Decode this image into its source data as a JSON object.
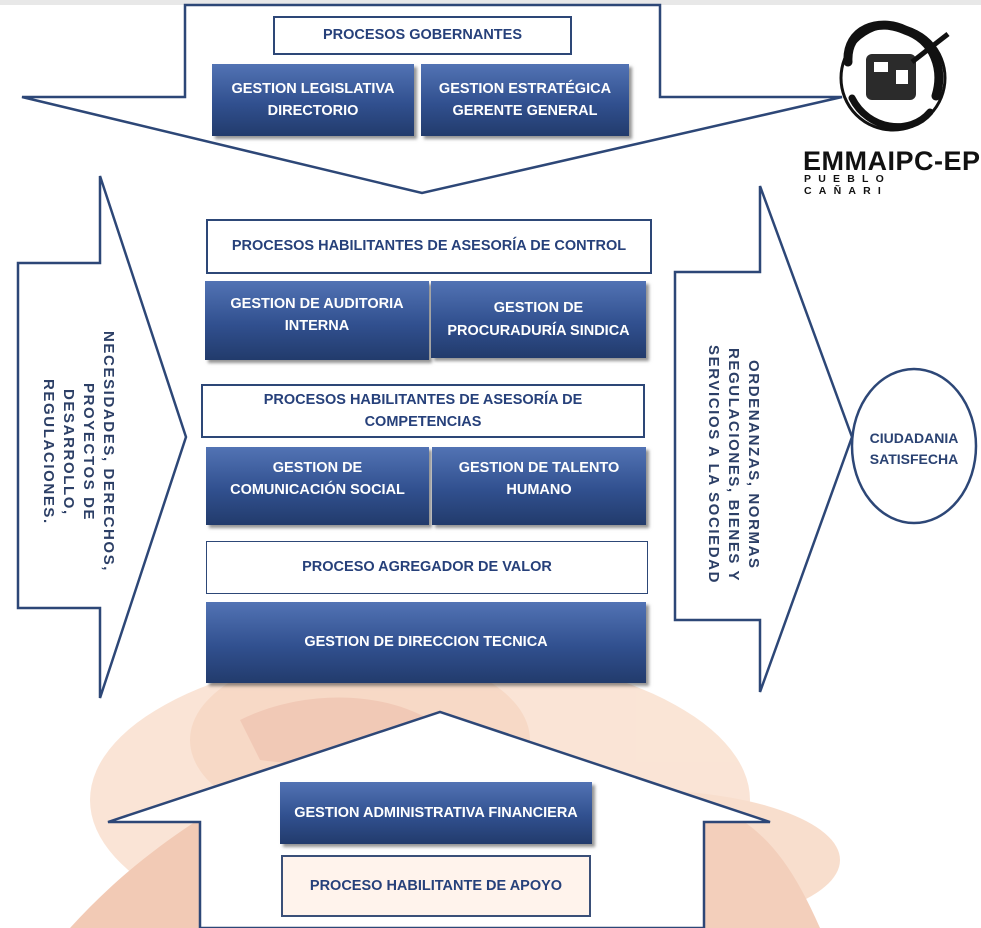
{
  "governing": {
    "title": "PROCESOS GOBERNANTES",
    "left_box": [
      "GESTION LEGISLATIVA",
      "DIRECTORIO"
    ],
    "right_box": [
      "GESTION ESTRATÉGICA",
      "GERENTE GENERAL"
    ]
  },
  "control": {
    "title": "PROCESOS  HABILITANTES DE ASESORÍA DE CONTROL",
    "left_box": [
      "GESTION DE AUDITORIA",
      "INTERNA"
    ],
    "right_box": [
      "GESTION DE",
      "PROCURADURÍA SINDICA"
    ]
  },
  "competencias": {
    "title": "PROCESOS  HABILITANTES DE ASESORÍA DE COMPETENCIAS",
    "left_box": [
      "GESTION DE",
      "COMUNICACIÓN SOCIAL"
    ],
    "right_box": [
      "GESTION DE TALENTO",
      "HUMANO"
    ]
  },
  "valor": {
    "title": "PROCESO  AGREGADOR DE VALOR",
    "box": "GESTION DE DIRECCION TECNICA"
  },
  "support": {
    "box": "GESTION ADMINISTRATIVA FINANCIERA",
    "title": "PROCESO HABILITANTE DE APOYO"
  },
  "input_arrow": {
    "lines": [
      "NECESIDADES, DERECHOS,",
      "PROYECTOS DE DESARROLLO,",
      "REGULACIONES."
    ]
  },
  "output_arrow": {
    "lines": [
      "ORDENANZAS, NORMAS",
      "REGULACIONES, BIENES Y",
      "SERVICIOS A LA SOCIEDAD"
    ]
  },
  "result": {
    "lines": [
      "CIUDADANIA",
      "SATISFECHA"
    ]
  },
  "logo": {
    "name": "EMMAIPC-EP",
    "subtitle": "PUEBLO CAÑARI"
  },
  "colors": {
    "box_dark": "#31508f",
    "outline": "#2d4777",
    "text_blue": "#26407a",
    "background_art": "#e8a07a"
  }
}
